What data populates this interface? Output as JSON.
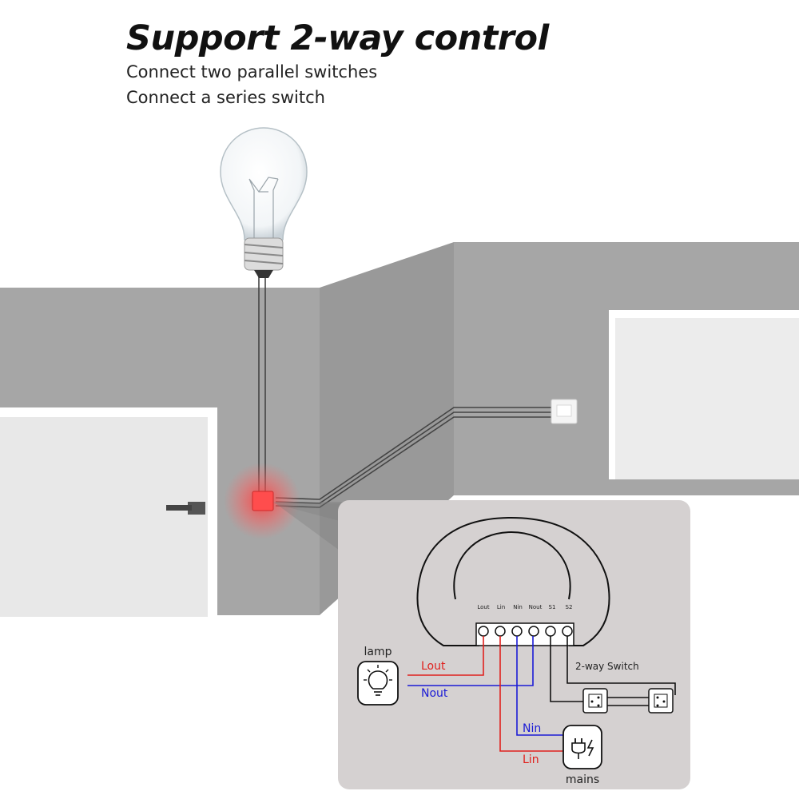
{
  "header": {
    "title": "Support 2-way control",
    "lines": [
      "Connect two parallel switches",
      "Connect a series switch"
    ]
  },
  "terminals": [
    "Lout",
    "Lin",
    "Nin",
    "Nout",
    "S1",
    "S2"
  ],
  "wiring": {
    "lout": "Lout",
    "nout": "Nout",
    "nin": "Nin",
    "lin": "Lin",
    "lamp": "lamp",
    "mains": "mains",
    "switch": "2-way Switch"
  },
  "colors": {
    "live": "#e0201d",
    "neutral": "#1b1bd6",
    "wall": "#a6a6a6",
    "panel": "#d5d1d1"
  }
}
